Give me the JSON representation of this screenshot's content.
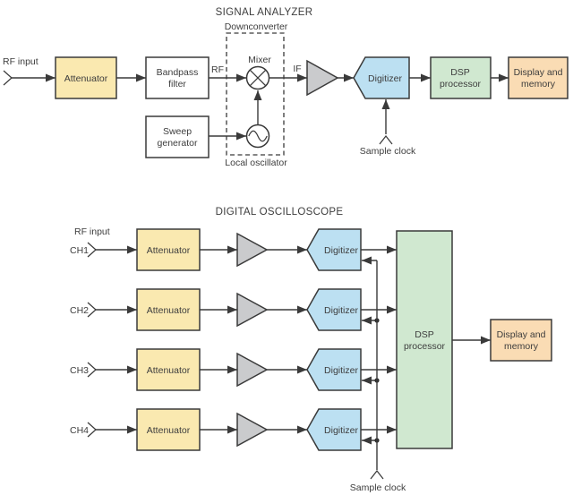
{
  "colors": {
    "attenuator_fill": "#FAE9B0",
    "digitizer_fill": "#BCE0F2",
    "dsp_fill": "#D0E8D0",
    "display_fill": "#FADCB4",
    "amplifier_fill": "#CACBCD",
    "plain_box_fill": "#FFFFFF",
    "line": "#3A3A3A",
    "text": "#3D3D3D",
    "background": "#FFFFFF"
  },
  "analyzer": {
    "title": "SIGNAL ANALYZER",
    "rf_input": "RF input",
    "attenuator": "Attenuator",
    "bandpass_line1": "Bandpass",
    "bandpass_line2": "filter",
    "rf": "RF",
    "downconverter": "Downconverter",
    "mixer": "Mixer",
    "sweep_line1": "Sweep",
    "sweep_line2": "generator",
    "local_oscillator": "Local oscillator",
    "if": "IF",
    "digitizer": "Digitizer",
    "sample_clock": "Sample clock",
    "dsp_line1": "DSP",
    "dsp_line2": "processor",
    "display_line1": "Display and",
    "display_line2": "memory"
  },
  "oscilloscope": {
    "title": "DIGITAL OSCILLOSCOPE",
    "rf_input": "RF input",
    "channels": [
      "CH1",
      "CH2",
      "CH3",
      "CH4"
    ],
    "attenuator": "Attenuator",
    "digitizer": "Digitizer",
    "dsp_line1": "DSP",
    "dsp_line2": "processor",
    "display_line1": "Display and",
    "display_line2": "memory",
    "sample_clock": "Sample clock"
  }
}
